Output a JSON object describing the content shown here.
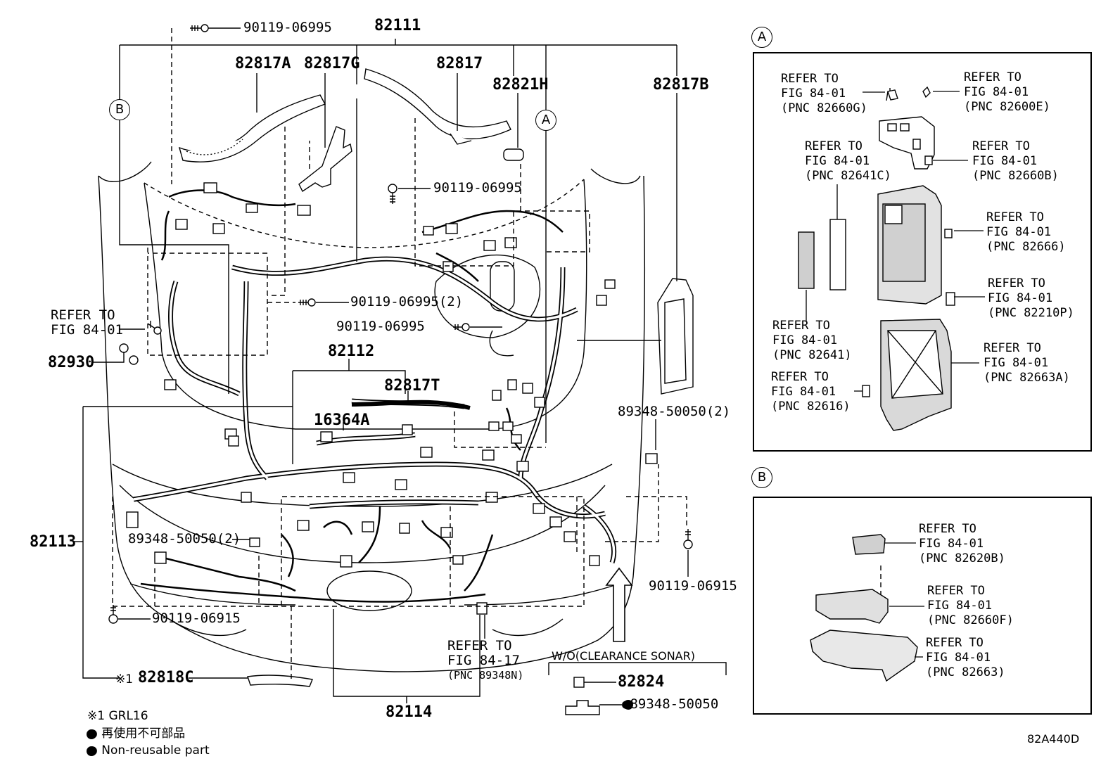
{
  "labels": {
    "p82111": "82111",
    "p82817A": "82817A",
    "p82817G": "82817G",
    "p82817": "82817",
    "p82821H": "82821H",
    "p82817B": "82817B",
    "p82112": "82112",
    "p82817T": "82817T",
    "p16364A": "16364A",
    "p82930": "82930",
    "p82113": "82113",
    "p82114": "82114",
    "p82818C": "82818C",
    "p82818C_mark": "※1",
    "p82824": "82824",
    "p89348_50050_bullet": "●89348-50050",
    "b90119_06995_top": "90119-06995",
    "b90119_06995_mid": "90119-06995",
    "b90119_06995_2": "90119-06995(2)",
    "b90119_06995_low": "90119-06995",
    "b90119_06915_left": "90119-06915",
    "b90119_06915_right": "90119-06915",
    "c89348_50050_2_left": "89348-50050(2)",
    "c89348_50050_2_right": "89348-50050(2)",
    "refer_main_1": "REFER TO",
    "refer_main_2": "FIG 84-01",
    "refer_low_1": "REFER TO",
    "refer_low_2": "FIG 84-17",
    "refer_low_3": "(PNC 89348N)",
    "wo_sonar": "W/O(CLEARANCE SONAR)",
    "footnote_1": "※1 GRL16",
    "footnote_2": "● 再使用不可部品",
    "footnote_3": "● Non-reusable part",
    "diagram_code": "82A440D"
  },
  "callouts": {
    "A": "A",
    "B": "B"
  },
  "panelA": {
    "items": [
      {
        "l1": "REFER TO",
        "l2": "FIG 84-01",
        "l3": "(PNC 82660G)"
      },
      {
        "l1": "REFER TO",
        "l2": "FIG 84-01",
        "l3": "(PNC 82600E)"
      },
      {
        "l1": "REFER TO",
        "l2": "FIG 84-01",
        "l3": "(PNC 82641C)"
      },
      {
        "l1": "REFER TO",
        "l2": "FIG 84-01",
        "l3": "(PNC 82660B)"
      },
      {
        "l1": "REFER TO",
        "l2": "FIG 84-01",
        "l3": "(PNC 82666)"
      },
      {
        "l1": "REFER TO",
        "l2": "FIG 84-01",
        "l3": "(PNC 82210P)"
      },
      {
        "l1": "REFER TO",
        "l2": "FIG 84-01",
        "l3": "(PNC 82641)"
      },
      {
        "l1": "REFER TO",
        "l2": "FIG 84-01",
        "l3": "(PNC 82663A)"
      },
      {
        "l1": "REFER TO",
        "l2": "FIG 84-01",
        "l3": "(PNC 82616)"
      }
    ]
  },
  "panelB": {
    "items": [
      {
        "l1": "REFER TO",
        "l2": "FIG 84-01",
        "l3": "(PNC 82620B)"
      },
      {
        "l1": "REFER TO",
        "l2": "FIG 84-01",
        "l3": "(PNC 82660F)"
      },
      {
        "l1": "REFER TO",
        "l2": "FIG 84-01",
        "l3": "(PNC 82663)"
      }
    ]
  }
}
